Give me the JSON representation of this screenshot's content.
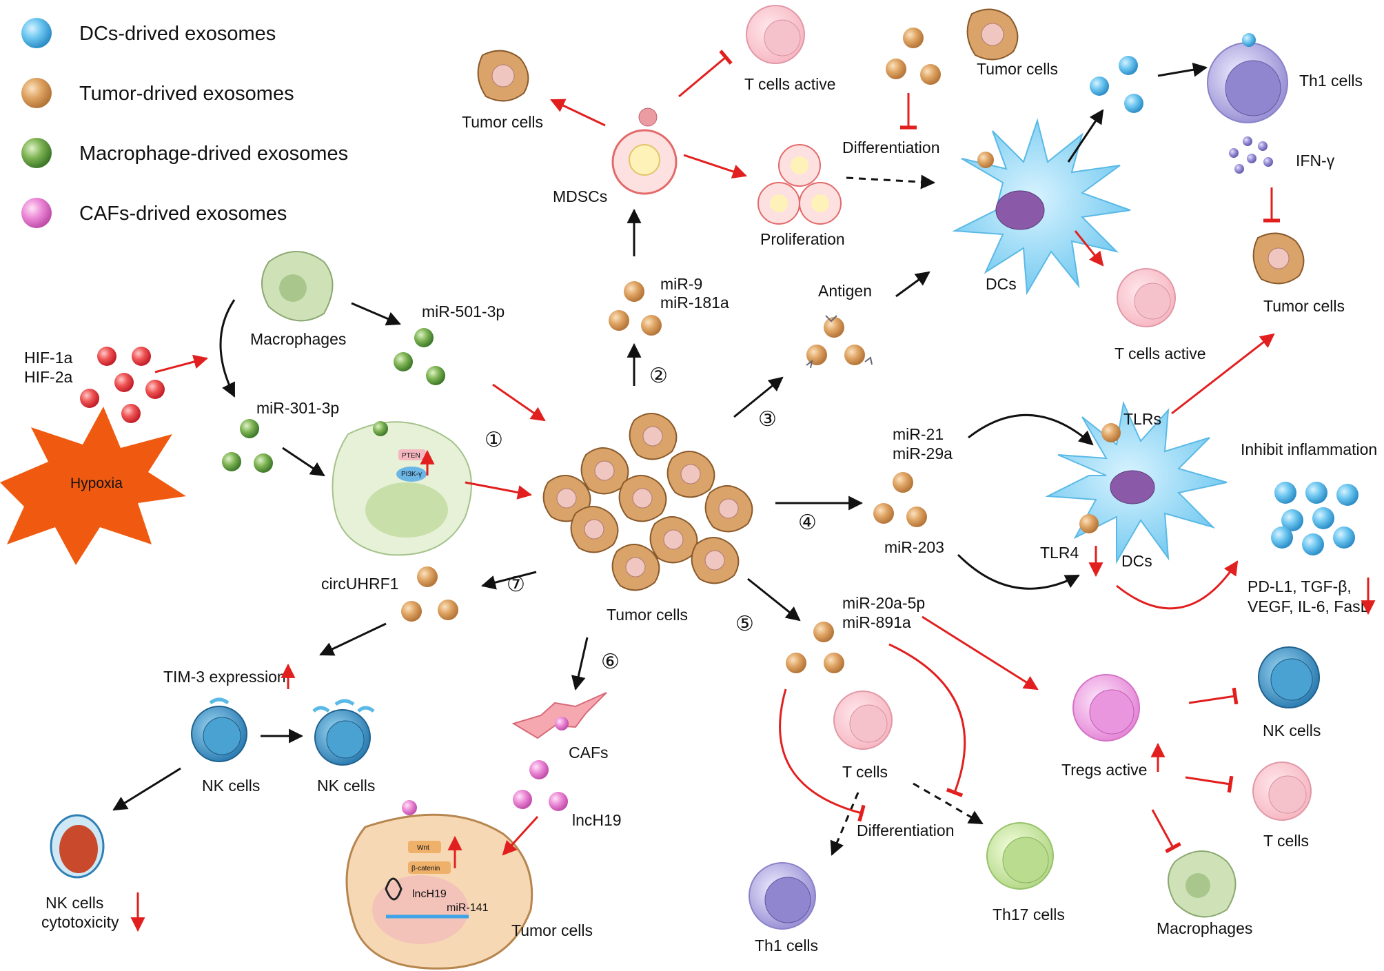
{
  "legend": {
    "dc": "DCs-drived exosomes",
    "tumor": "Tumor-drived exosomes",
    "macrophage": "Macrophage-drived exosomes",
    "caf": "CAFs-drived exosomes"
  },
  "colors": {
    "dc_exosome": "#5ab9e6",
    "tumor_exosome": "#d9a060",
    "macrophage_exosome": "#6aa34a",
    "caf_exosome": "#e67ad0",
    "red_arrow": "#e21f1f",
    "black_arrow": "#111111",
    "hypoxia": "#ef5a10"
  },
  "labels": {
    "tumor_cells_top": "Tumor cells",
    "t_cells_active_top": "T cells active",
    "differentiation_top": "Differentiation",
    "tumor_cells_top_right": "Tumor cells",
    "th1_cells_top": "Th1 cells",
    "mdscs": "MDSCs",
    "proliferation": "Proliferation",
    "ifn_gamma": "IFN-γ",
    "mir9": "miR-9",
    "mir181a": "miR-181a",
    "antigen": "Antigen",
    "dcs_top": "DCs",
    "t_cells_active_mid": "T cells active",
    "tumor_cells_right": "Tumor cells",
    "macrophages_left": "Macrophages",
    "mir501": "miR-501-3p",
    "hif1a": "HIF-1a",
    "hif2a": "HIF-2a",
    "mir301": "miR-301-3p",
    "hypoxia": "Hypoxia",
    "pten": "PTEN",
    "pi3k": "PI3K-γ",
    "tlrs": "TLRs",
    "mir21": "miR-21",
    "mir29a": "miR-29a",
    "inhibit_inflammation": "Inhibit inflammation",
    "mir203": "miR-203",
    "tlr4": "TLR4",
    "dcs_mid": "DCs",
    "cytokines_line1": "PD-L1, TGF-β,",
    "cytokines_line2": "VEGF, IL-6, FasL",
    "circuhrf1": "circUHRF1",
    "tumor_cells_center": "Tumor cells",
    "mir20a": "miR-20a-5p",
    "mir891a": "miR-891a",
    "tim3": "TIM-3 expression",
    "nk_cells_1": "NK cells",
    "nk_cells_2": "NK cells",
    "cafs": "CAFs",
    "lnch19": "lncH19",
    "t_cells_bottom": "T cells",
    "differentiation_bottom": "Differentiation",
    "tregs_active": "Tregs active",
    "nk_cells_right": "NK cells",
    "t_cells_right": "T cells",
    "nk_cytotoxicity_1": "NK cells",
    "nk_cytotoxicity_2": "cytotoxicity",
    "wnt": "Wnt",
    "beta_catenin": "β-catenin",
    "lnch19_inner": "lncH19",
    "mir141": "miR-141",
    "tumor_cells_bottom": "Tumor cells",
    "th1_cells_bottom": "Th1 cells",
    "th17_cells": "Th17 cells",
    "macrophages_bottom": "Macrophages"
  },
  "pathway_numbers": [
    "①",
    "②",
    "③",
    "④",
    "⑤",
    "⑥",
    "⑦"
  ]
}
